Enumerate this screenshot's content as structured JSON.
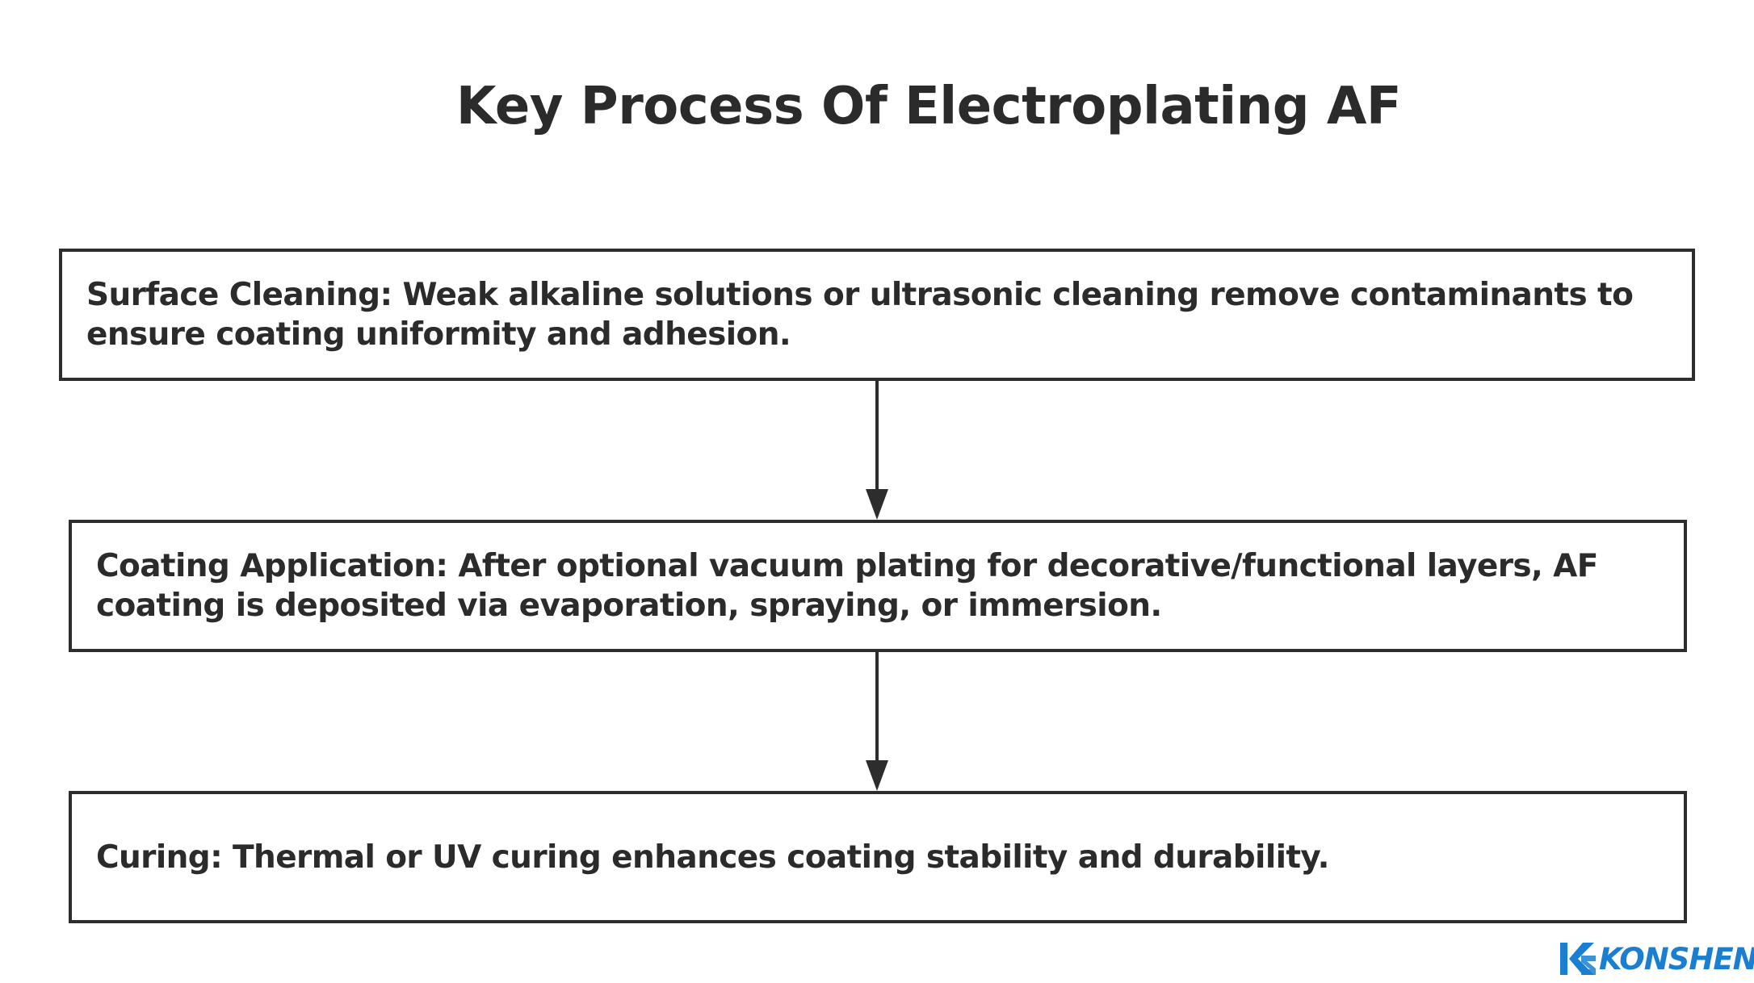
{
  "diagram": {
    "title": "Key Process Of Electroplating AF",
    "steps": [
      {
        "text": "Surface Cleaning: Weak alkaline solutions or ultrasonic cleaning remove contaminants to ensure coating uniformity and adhesion."
      },
      {
        "text": "Coating Application: After optional vacuum plating for decorative/functional layers, AF coating is deposited via evaporation, spraying, or immersion."
      },
      {
        "text": "Curing: Thermal or UV curing enhances coating stability and durability."
      }
    ],
    "connectors": [
      {
        "from": 0,
        "to": 1
      },
      {
        "from": 1,
        "to": 2
      }
    ]
  },
  "logo": {
    "text": "KONSHEN",
    "icon": "ks-logo-icon",
    "color": "#1a7fd0"
  },
  "colors": {
    "stroke": "#2d2d2d",
    "text": "#2b2b2b",
    "background": "#ffffff"
  }
}
